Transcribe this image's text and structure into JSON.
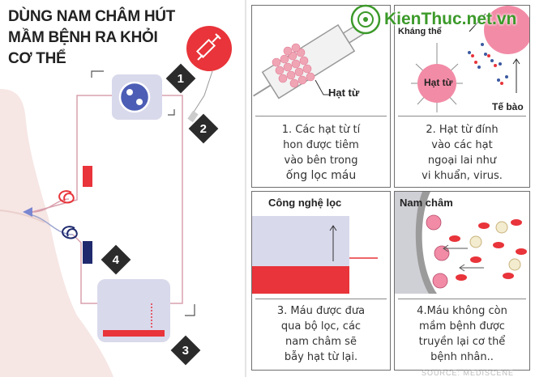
{
  "title": {
    "line1": "DÙNG NAM CHÂM HÚT",
    "line2": "MẦM BỆNH RA KHỎI",
    "line3": "CƠ THỂ"
  },
  "markers": [
    "1",
    "2",
    "3",
    "4"
  ],
  "watermark": "KienThuc.net.vn",
  "panels": {
    "p1": {
      "label": "Hạt từ",
      "caption": [
        "1. Các hạt từ tí",
        "hon được tiêm",
        "vào bên trong",
        "ống lọc máu"
      ]
    },
    "p2": {
      "label_antibody": "Kháng thể",
      "label_particle": "Hạt từ",
      "label_cell": "Tế bào",
      "caption": [
        "2. Hạt từ đính",
        "vào các hạt",
        "ngoại lai như",
        "vi khuẩn, virus."
      ]
    },
    "p3": {
      "label": "Công nghệ lọc",
      "caption": [
        "3. Máu được đưa",
        "qua bộ lọc, các",
        "nam châm sẽ",
        "bẫy hạt từ lại."
      ]
    },
    "p4": {
      "label": "Nam châm",
      "caption": [
        "4.Máu không còn",
        "mầm bệnh được",
        "truyền lại cơ thể",
        "bệnh nhân.."
      ]
    }
  },
  "source": "SOURCE: MEDISCENE",
  "colors": {
    "red": "#e8343a",
    "navy": "#1f2a6e",
    "lavender": "#d9d9ec",
    "pink_particle": "#f0a5b5",
    "skin": "#f6e6e4",
    "green": "#3c9a2a"
  }
}
